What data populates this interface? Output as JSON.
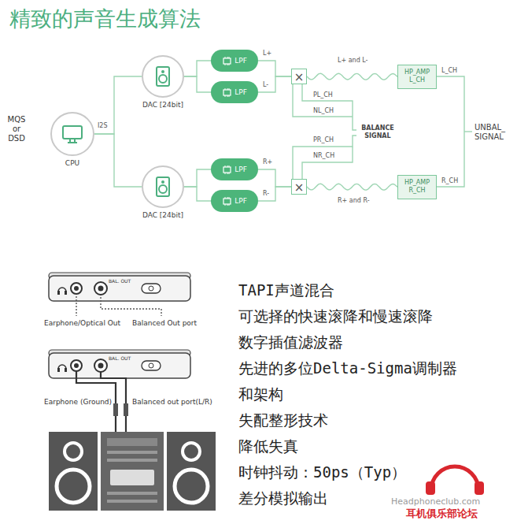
{
  "diagram": {
    "title": "精致的声音生成算法",
    "nodes": [
      {
        "text": [
          "CPU"
        ]
      },
      {
        "text": [
          "DAC [24bit]"
        ]
      },
      {
        "text": [
          "DAC [24bit]"
        ]
      },
      {
        "text": [
          "LPF"
        ]
      },
      {
        "text": [
          "LPF"
        ]
      },
      {
        "text": [
          "LPF"
        ]
      },
      {
        "text": [
          "LPF"
        ]
      },
      {
        "text": [
          "×"
        ]
      },
      {
        "text": [
          "×"
        ]
      },
      {
        "text": [
          "HP_AMP L_CH"
        ]
      },
      {
        "text": [
          "HP_AMP R_CH"
        ]
      }
    ],
    "edges": [
      {
        "from": 0,
        "to": 1,
        "arrow": "none"
      },
      {
        "from": 0,
        "to": 2,
        "arrow": "none"
      },
      {
        "from": 1,
        "to": 3,
        "arrow": "none"
      },
      {
        "from": 1,
        "to": 4,
        "arrow": "none"
      },
      {
        "from": 2,
        "to": 5,
        "arrow": "none"
      },
      {
        "from": 2,
        "to": 6,
        "arrow": "none"
      },
      {
        "from": 3,
        "to": 7,
        "label": "L+",
        "arrow": "none"
      },
      {
        "from": 4,
        "to": 7,
        "label": "L-",
        "arrow": "none"
      },
      {
        "from": 5,
        "to": 8,
        "label": "R+",
        "arrow": "none"
      },
      {
        "from": 6,
        "to": 8,
        "label": "R-",
        "arrow": "none"
      },
      {
        "from": 7,
        "to": 9,
        "label": "L+ and L-",
        "arrow": "none"
      },
      {
        "from": 8,
        "to": 10,
        "label": "R+ and R-",
        "arrow": "none"
      }
    ],
    "labels": [
      "MQS or DSD",
      "I2S",
      "PL_CH",
      "NL_CH",
      "BALANCE SIGNAL",
      "PR_CH",
      "NR_CH",
      "L_CH",
      "R_CH",
      "UNBAL_ SIGNAL",
      "BAL. OUT",
      "Earphone/Optical Out",
      "Balanced Out port",
      "BAL. OUT",
      "Earphone (Ground)",
      "Balanced out port(L/R)",
      "TAPI声道混合",
      "可选择的快速滚降和慢速滚降",
      "数字插值滤波器",
      "先进的多位Delta-Sigma调制器",
      "和架构",
      "失配整形技术",
      "降低失真",
      "时钟抖动：50ps（Typ）",
      "差分模拟输出",
      "Headphoneclub.com",
      "耳机俱乐部论坛"
    ]
  }
}
